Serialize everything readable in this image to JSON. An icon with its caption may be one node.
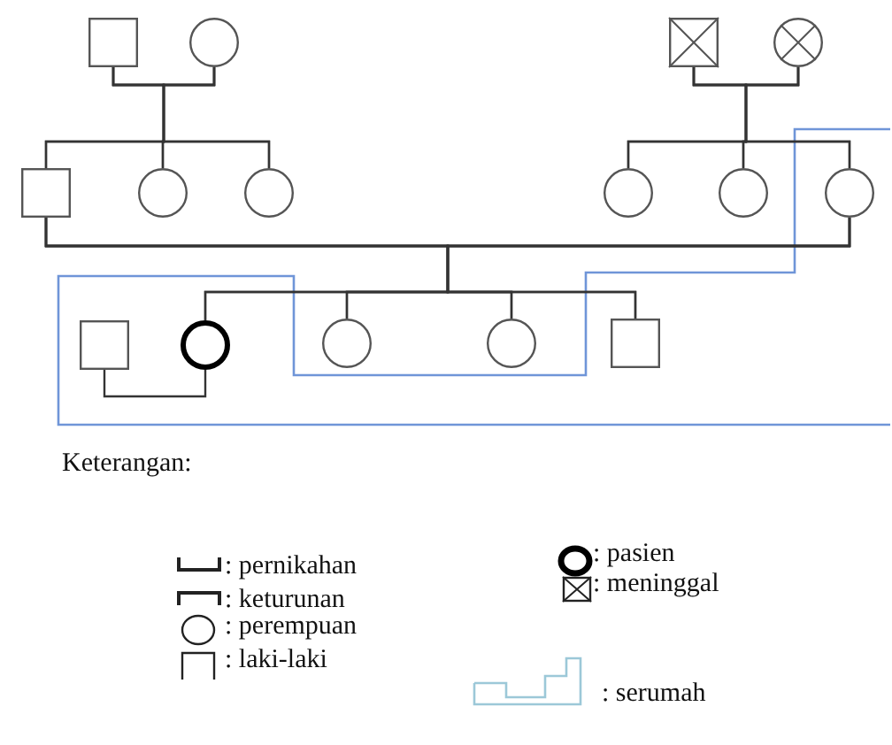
{
  "diagram": {
    "nodes": [
      {
        "text": [],
        "shape": "box"
      },
      {
        "text": [],
        "shape": "circle"
      },
      {
        "text": [],
        "shape": "box"
      },
      {
        "text": [],
        "shape": "circle"
      },
      {
        "text": [],
        "shape": "box"
      },
      {
        "text": [],
        "shape": "circle"
      },
      {
        "text": [],
        "shape": "circle"
      },
      {
        "text": [],
        "shape": "circle"
      },
      {
        "text": [],
        "shape": "circle"
      },
      {
        "text": [],
        "shape": "circle"
      },
      {
        "text": [],
        "shape": "box"
      },
      {
        "text": [],
        "shape": "circle"
      },
      {
        "text": [],
        "shape": "circle"
      },
      {
        "text": [],
        "shape": "circle"
      },
      {
        "text": [],
        "shape": "box"
      }
    ],
    "edges": [
      {
        "from": 0,
        "to": 1,
        "arrow": "none"
      },
      {
        "from": 0,
        "to": 4,
        "arrow": "none"
      },
      {
        "from": 0,
        "to": 5,
        "arrow": "none"
      },
      {
        "from": 0,
        "to": 6,
        "arrow": "none"
      },
      {
        "from": 1,
        "to": 4,
        "arrow": "none"
      },
      {
        "from": 1,
        "to": 5,
        "arrow": "none"
      },
      {
        "from": 1,
        "to": 6,
        "arrow": "none"
      },
      {
        "from": 2,
        "to": 3,
        "arrow": "none"
      },
      {
        "from": 2,
        "to": 7,
        "arrow": "none"
      },
      {
        "from": 2,
        "to": 8,
        "arrow": "none"
      },
      {
        "from": 2,
        "to": 9,
        "arrow": "none"
      },
      {
        "from": 3,
        "to": 7,
        "arrow": "none"
      },
      {
        "from": 3,
        "to": 8,
        "arrow": "none"
      },
      {
        "from": 3,
        "to": 9,
        "arrow": "none"
      },
      {
        "from": 4,
        "to": 9,
        "arrow": "none"
      },
      {
        "from": 4,
        "to": 11,
        "arrow": "none"
      },
      {
        "from": 4,
        "to": 12,
        "arrow": "none"
      },
      {
        "from": 4,
        "to": 13,
        "arrow": "none"
      },
      {
        "from": 4,
        "to": 14,
        "arrow": "none"
      },
      {
        "from": 9,
        "to": 11,
        "arrow": "none"
      },
      {
        "from": 9,
        "to": 12,
        "arrow": "none"
      },
      {
        "from": 9,
        "to": 13,
        "arrow": "none"
      },
      {
        "from": 9,
        "to": 14,
        "arrow": "none"
      },
      {
        "from": 10,
        "to": 11,
        "arrow": "none"
      }
    ],
    "labels": [
      "Keterangan:"
    ],
    "legend": [
      {
        "text": ": pernikahan"
      },
      {
        "text": ": keturunan"
      },
      {
        "text": ": perempuan"
      },
      {
        "text": ": laki-laki"
      },
      {
        "text": ": pasien"
      },
      {
        "text": ": meninggal"
      },
      {
        "text": ": serumah"
      }
    ]
  }
}
